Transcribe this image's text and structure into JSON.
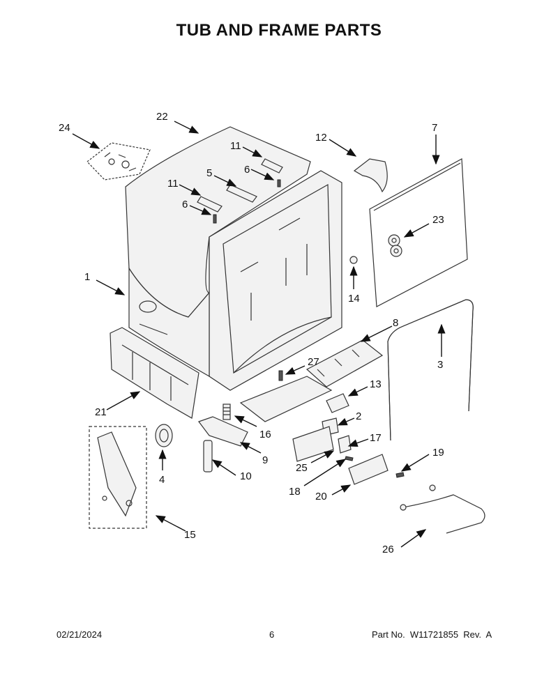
{
  "title": "TUB AND FRAME PARTS",
  "callouts": [
    {
      "id": "c1",
      "label": "1"
    },
    {
      "id": "c2",
      "label": "2"
    },
    {
      "id": "c3",
      "label": "3"
    },
    {
      "id": "c4",
      "label": "4"
    },
    {
      "id": "c5",
      "label": "5"
    },
    {
      "id": "c6a",
      "label": "6"
    },
    {
      "id": "c6b",
      "label": "6"
    },
    {
      "id": "c7",
      "label": "7"
    },
    {
      "id": "c8",
      "label": "8"
    },
    {
      "id": "c9",
      "label": "9"
    },
    {
      "id": "c10",
      "label": "10"
    },
    {
      "id": "c11a",
      "label": "11"
    },
    {
      "id": "c11b",
      "label": "11"
    },
    {
      "id": "c12",
      "label": "12"
    },
    {
      "id": "c13",
      "label": "13"
    },
    {
      "id": "c14",
      "label": "14"
    },
    {
      "id": "c15",
      "label": "15"
    },
    {
      "id": "c16",
      "label": "16"
    },
    {
      "id": "c17",
      "label": "17"
    },
    {
      "id": "c18",
      "label": "18"
    },
    {
      "id": "c19",
      "label": "19"
    },
    {
      "id": "c20",
      "label": "20"
    },
    {
      "id": "c21",
      "label": "21"
    },
    {
      "id": "c22",
      "label": "22"
    },
    {
      "id": "c23",
      "label": "23"
    },
    {
      "id": "c24",
      "label": "24"
    },
    {
      "id": "c25",
      "label": "25"
    },
    {
      "id": "c26",
      "label": "26"
    },
    {
      "id": "c27",
      "label": "27"
    }
  ],
  "footer": {
    "date": "02/21/2024",
    "page": "6",
    "part_no": "Part No.  W11721855  Rev.  A"
  }
}
